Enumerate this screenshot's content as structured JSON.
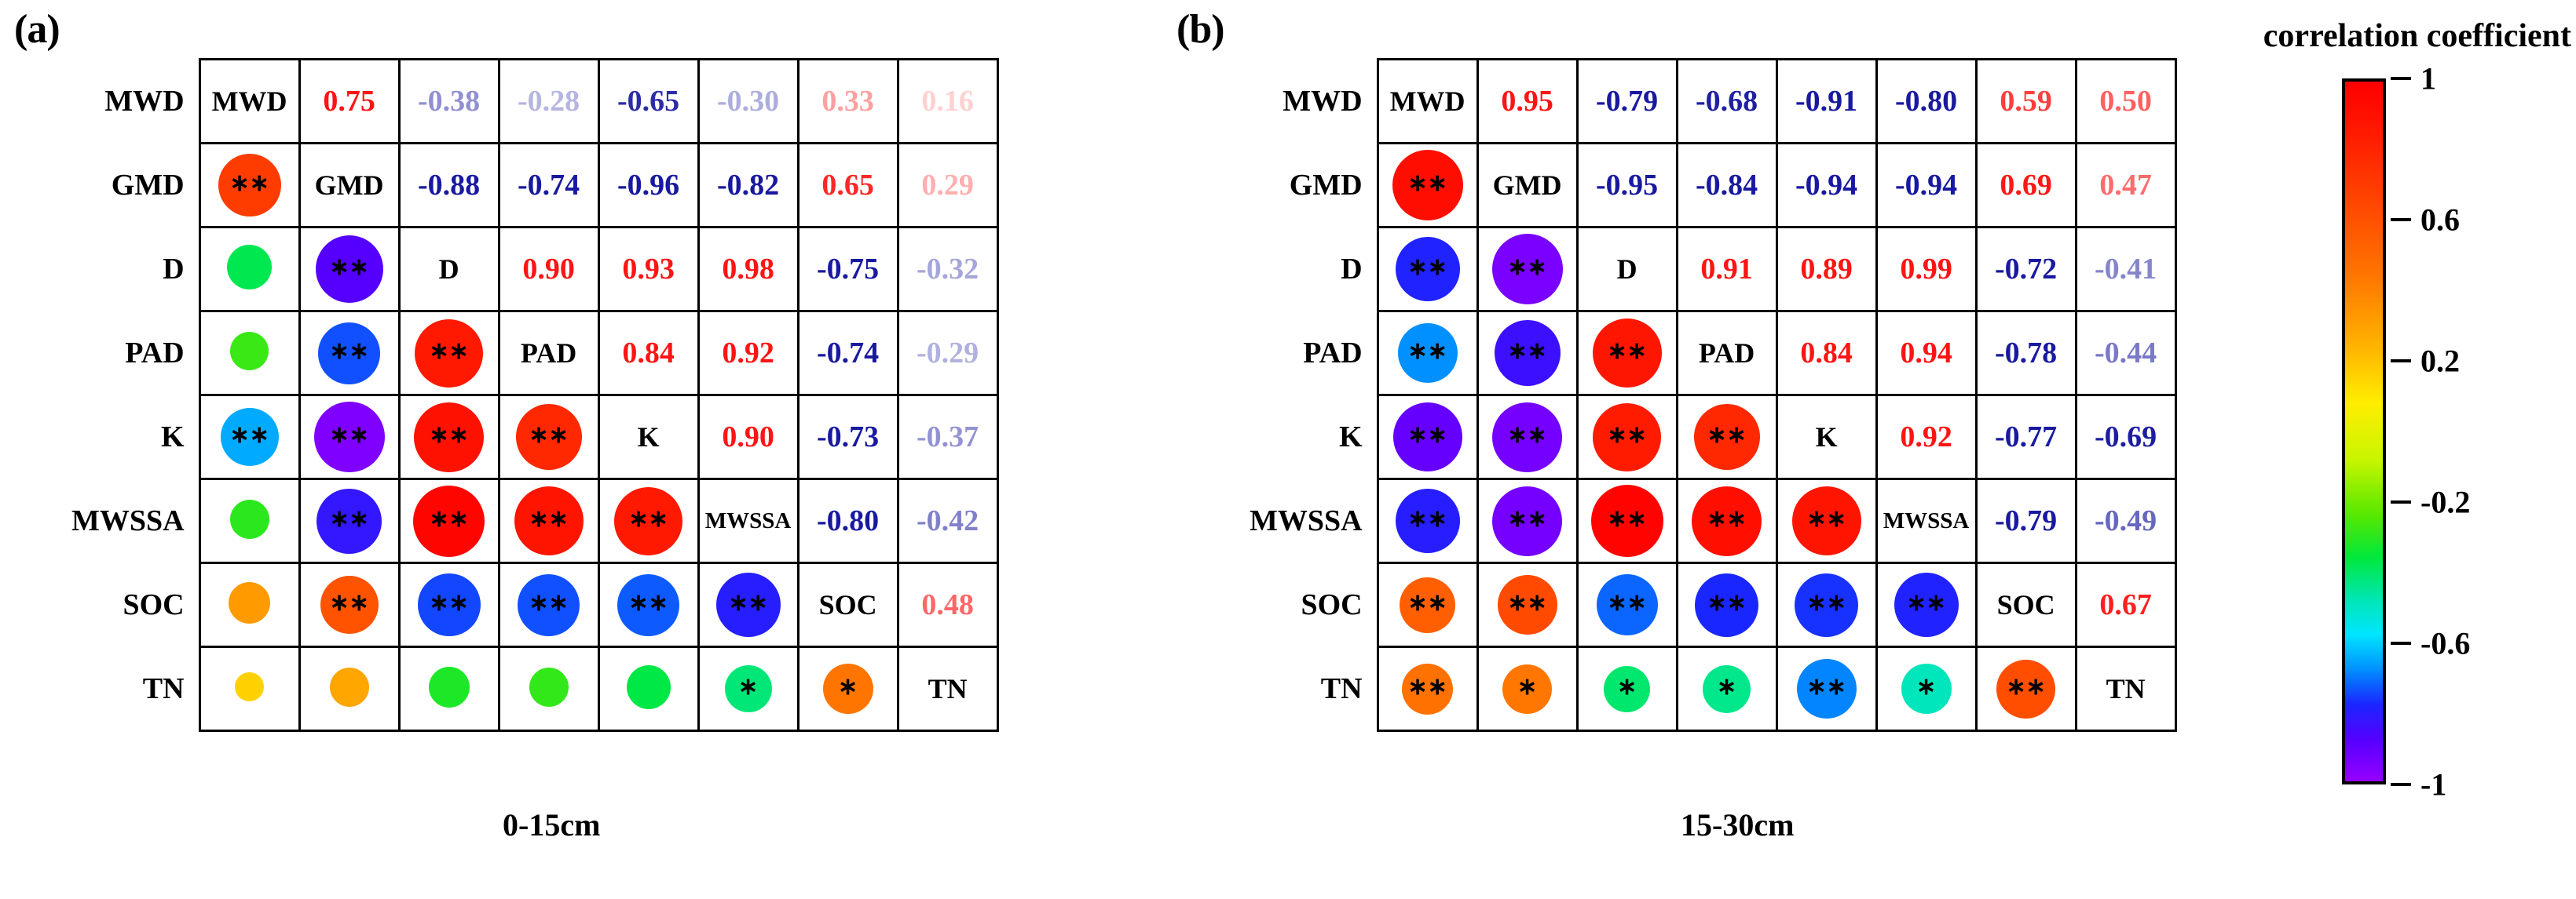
{
  "figure": {
    "legend_title": "correlation coefficient",
    "colorbar": {
      "ticks": [
        "1",
        "0.6",
        "0.2",
        "-0.2",
        "-0.6",
        "-1"
      ],
      "max": 1,
      "min": -1,
      "top_color": "#ff0000",
      "mid_color": "#00ff00",
      "bottom_color": "#9400ff"
    }
  },
  "panels": [
    {
      "tag": "(a)",
      "caption": "0-15cm",
      "variables": [
        "MWD",
        "GMD",
        "D",
        "PAD",
        "K",
        "MWSSA",
        "SOC",
        "TN"
      ],
      "upper_values": [
        [
          "MWD",
          "0.75",
          "-0.38",
          "-0.28",
          "-0.65",
          "-0.30",
          "0.33",
          "0.16"
        ],
        [
          "**",
          "GMD",
          "-0.88",
          "-0.74",
          "-0.96",
          "-0.82",
          "0.65",
          "0.29"
        ],
        [
          "",
          "**",
          "D",
          "0.90",
          "0.93",
          "0.98",
          "-0.75",
          "-0.32"
        ],
        [
          "",
          "**",
          "**",
          "PAD",
          "0.84",
          "0.92",
          "-0.74",
          "-0.29"
        ],
        [
          "**",
          "**",
          "**",
          "**",
          "K",
          "0.90",
          "-0.73",
          "-0.37"
        ],
        [
          "",
          "**",
          "**",
          "**",
          "**",
          "MWSSA",
          "-0.80",
          "-0.42"
        ],
        [
          "",
          "**",
          "**",
          "**",
          "**",
          "**",
          "SOC",
          "0.48"
        ],
        [
          "",
          "",
          "",
          "",
          "",
          "*",
          "*",
          "TN"
        ]
      ],
      "r": [
        [
          1.0,
          0.75,
          -0.38,
          -0.28,
          -0.65,
          -0.3,
          0.33,
          0.16
        ],
        [
          0.75,
          1.0,
          -0.88,
          -0.74,
          -0.96,
          -0.82,
          0.65,
          0.29
        ],
        [
          -0.38,
          -0.88,
          1.0,
          0.9,
          0.93,
          0.98,
          -0.75,
          -0.32
        ],
        [
          -0.28,
          -0.74,
          0.9,
          1.0,
          0.84,
          0.92,
          -0.74,
          -0.29
        ],
        [
          -0.65,
          -0.96,
          0.93,
          0.84,
          1.0,
          0.9,
          -0.73,
          -0.37
        ],
        [
          -0.3,
          -0.82,
          0.98,
          0.92,
          0.9,
          1.0,
          -0.8,
          -0.42
        ],
        [
          0.33,
          0.65,
          -0.75,
          -0.74,
          -0.73,
          -0.8,
          1.0,
          0.48
        ],
        [
          0.16,
          0.29,
          -0.32,
          -0.29,
          -0.37,
          -0.42,
          0.48,
          1.0
        ]
      ],
      "sig": [
        [
          "",
          "",
          "",
          "",
          "",
          "",
          "",
          ""
        ],
        [
          "**",
          "",
          "",
          "",
          "",
          "",
          "",
          ""
        ],
        [
          "",
          "**",
          "",
          "",
          "",
          "",
          "",
          ""
        ],
        [
          "",
          "**",
          "**",
          "",
          "",
          "",
          "",
          ""
        ],
        [
          "**",
          "**",
          "**",
          "**",
          "",
          "",
          "",
          ""
        ],
        [
          "",
          "**",
          "**",
          "**",
          "**",
          "",
          "",
          ""
        ],
        [
          "",
          "**",
          "**",
          "**",
          "**",
          "**",
          "",
          ""
        ],
        [
          "",
          "",
          "",
          "",
          "",
          "*",
          "*",
          ""
        ]
      ]
    },
    {
      "tag": "(b)",
      "caption": "15-30cm",
      "variables": [
        "MWD",
        "GMD",
        "D",
        "PAD",
        "K",
        "MWSSA",
        "SOC",
        "TN"
      ],
      "upper_values": [
        [
          "MWD",
          "0.95",
          "-0.79",
          "-0.68",
          "-0.91",
          "-0.80",
          "0.59",
          "0.50"
        ],
        [
          "**",
          "GMD",
          "-0.95",
          "-0.84",
          "-0.94",
          "-0.94",
          "0.69",
          "0.47"
        ],
        [
          "**",
          "**",
          "D",
          "0.91",
          "0.89",
          "0.99",
          "-0.72",
          "-0.41"
        ],
        [
          "**",
          "**",
          "**",
          "PAD",
          "0.84",
          "0.94",
          "-0.78",
          "-0.44"
        ],
        [
          "**",
          "**",
          "**",
          "**",
          "K",
          "0.92",
          "-0.77",
          "-0.69"
        ],
        [
          "**",
          "**",
          "**",
          "**",
          "**",
          "MWSSA",
          "-0.79",
          "-0.49"
        ],
        [
          "**",
          "**",
          "**",
          "**",
          "**",
          "**",
          "SOC",
          "0.67"
        ],
        [
          "**",
          "*",
          "*",
          "*",
          "**",
          "*",
          "**",
          "TN"
        ]
      ],
      "r": [
        [
          1.0,
          0.95,
          -0.79,
          -0.68,
          -0.91,
          -0.8,
          0.59,
          0.5
        ],
        [
          0.95,
          1.0,
          -0.95,
          -0.84,
          -0.94,
          -0.94,
          0.69,
          0.47
        ],
        [
          -0.79,
          -0.95,
          1.0,
          0.91,
          0.89,
          0.99,
          -0.72,
          -0.41
        ],
        [
          -0.68,
          -0.84,
          0.91,
          1.0,
          0.84,
          0.94,
          -0.78,
          -0.44
        ],
        [
          -0.91,
          -0.94,
          0.89,
          0.84,
          1.0,
          0.92,
          -0.77,
          -0.69
        ],
        [
          -0.8,
          -0.94,
          0.99,
          0.94,
          0.92,
          1.0,
          -0.79,
          -0.49
        ],
        [
          0.59,
          0.69,
          -0.72,
          -0.78,
          -0.77,
          -0.79,
          1.0,
          0.67
        ],
        [
          0.5,
          0.47,
          -0.41,
          -0.44,
          -0.69,
          -0.49,
          0.67,
          1.0
        ]
      ],
      "sig": [
        [
          "",
          "",
          "",
          "",
          "",
          "",
          "",
          ""
        ],
        [
          "**",
          "",
          "",
          "",
          "",
          "",
          "",
          ""
        ],
        [
          "**",
          "**",
          "",
          "",
          "",
          "",
          "",
          ""
        ],
        [
          "**",
          "**",
          "**",
          "",
          "",
          "",
          "",
          ""
        ],
        [
          "**",
          "**",
          "**",
          "**",
          "",
          "",
          "",
          ""
        ],
        [
          "**",
          "**",
          "**",
          "**",
          "**",
          "",
          "",
          ""
        ],
        [
          "**",
          "**",
          "**",
          "**",
          "**",
          "**",
          "",
          ""
        ],
        [
          "**",
          "*",
          "*",
          "*",
          "**",
          "*",
          "**",
          ""
        ]
      ]
    }
  ],
  "chart_data": {
    "type": "heatmap",
    "title": "",
    "legend_title": "correlation coefficient",
    "legend_position": "right",
    "colorbar_range": [
      -1,
      1
    ],
    "colorbar_ticks": [
      1,
      0.6,
      0.2,
      -0.2,
      -0.6,
      -1
    ],
    "encoding": {
      "upper_triangle": "numeric correlation coefficient, red = positive, blue = negative, lightness scales with |r|",
      "lower_triangle": "circle area scales with |r|, circle fill from jet colormap, ** = p<0.01, * = p<0.05",
      "diagonal": "variable name"
    },
    "variables": [
      "MWD",
      "GMD",
      "D",
      "PAD",
      "K",
      "MWSSA",
      "SOC",
      "TN"
    ],
    "panels": [
      {
        "label": "(a)",
        "subtitle": "0-15cm",
        "matrix": [
          [
            1.0,
            0.75,
            -0.38,
            -0.28,
            -0.65,
            -0.3,
            0.33,
            0.16
          ],
          [
            0.75,
            1.0,
            -0.88,
            -0.74,
            -0.96,
            -0.82,
            0.65,
            0.29
          ],
          [
            -0.38,
            -0.88,
            1.0,
            0.9,
            0.93,
            0.98,
            -0.75,
            -0.32
          ],
          [
            -0.28,
            -0.74,
            0.9,
            1.0,
            0.84,
            0.92,
            -0.74,
            -0.29
          ],
          [
            -0.65,
            -0.96,
            0.93,
            0.84,
            1.0,
            0.9,
            -0.73,
            -0.37
          ],
          [
            -0.3,
            -0.82,
            0.98,
            0.92,
            0.9,
            1.0,
            -0.8,
            -0.42
          ],
          [
            0.33,
            0.65,
            -0.75,
            -0.74,
            -0.73,
            -0.8,
            1.0,
            0.48
          ],
          [
            0.16,
            0.29,
            -0.32,
            -0.29,
            -0.37,
            -0.42,
            0.48,
            1.0
          ]
        ]
      },
      {
        "label": "(b)",
        "subtitle": "15-30cm",
        "matrix": [
          [
            1.0,
            0.95,
            -0.79,
            -0.68,
            -0.91,
            -0.8,
            0.59,
            0.5
          ],
          [
            0.95,
            1.0,
            -0.95,
            -0.84,
            -0.94,
            -0.94,
            0.69,
            0.47
          ],
          [
            -0.79,
            -0.95,
            1.0,
            0.91,
            0.89,
            0.99,
            -0.72,
            -0.41
          ],
          [
            -0.68,
            -0.84,
            0.91,
            1.0,
            0.84,
            0.94,
            -0.78,
            -0.44
          ],
          [
            -0.91,
            -0.94,
            0.89,
            0.84,
            1.0,
            0.92,
            -0.77,
            -0.69
          ],
          [
            -0.8,
            -0.94,
            0.99,
            0.94,
            0.92,
            1.0,
            -0.79,
            -0.49
          ],
          [
            0.59,
            0.69,
            -0.72,
            -0.78,
            -0.77,
            -0.79,
            1.0,
            0.67
          ],
          [
            0.5,
            0.47,
            -0.41,
            -0.44,
            -0.69,
            -0.49,
            0.67,
            1.0
          ]
        ]
      }
    ]
  }
}
